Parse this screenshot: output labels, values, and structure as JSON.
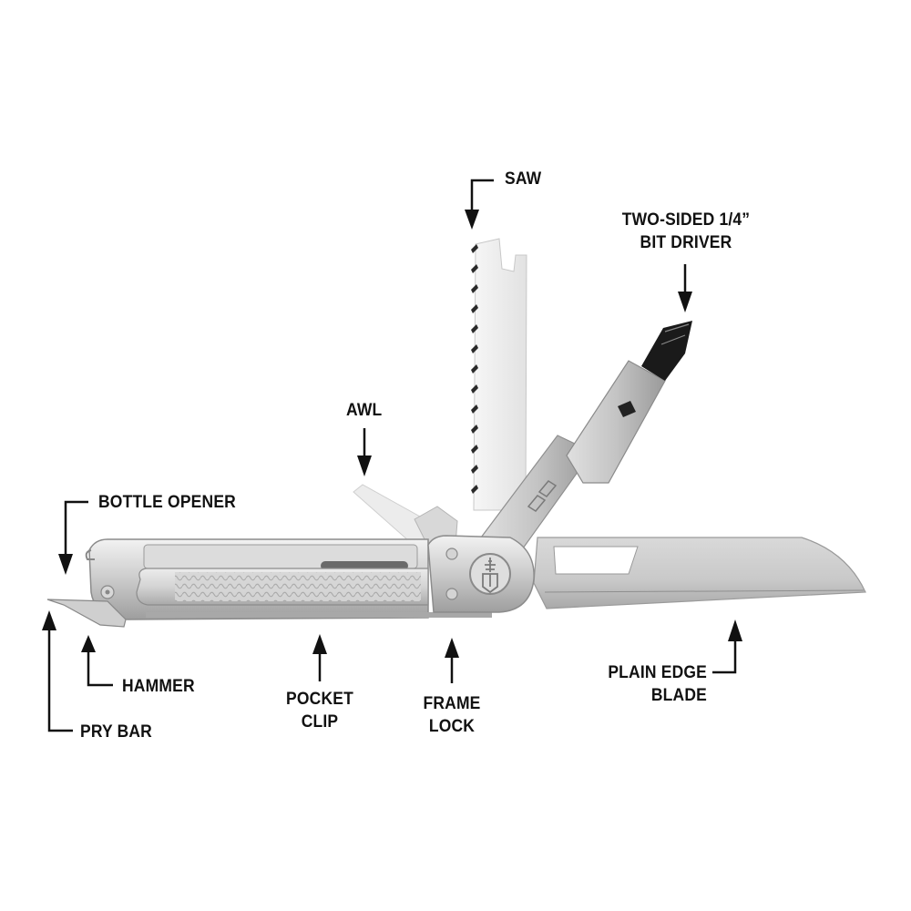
{
  "diagram": {
    "subject": "multi-tool",
    "background": "#ffffff",
    "colors": {
      "steel_light": "#e4e4e4",
      "steel_mid": "#bdbdbd",
      "steel_dark": "#8c8c8c",
      "bit_black": "#1a1a1a",
      "text": "#111111"
    },
    "logo_icon": "gerber-shield-logo"
  },
  "callouts": [
    {
      "id": "saw",
      "lines": [
        "SAW"
      ]
    },
    {
      "id": "bit-driver",
      "lines": [
        "TWO-SIDED 1/4”",
        "BIT DRIVER"
      ]
    },
    {
      "id": "awl",
      "lines": [
        "AWL"
      ]
    },
    {
      "id": "bottle-opener",
      "lines": [
        "BOTTLE OPENER"
      ]
    },
    {
      "id": "hammer",
      "lines": [
        "HAMMER"
      ]
    },
    {
      "id": "pry-bar",
      "lines": [
        "PRY BAR"
      ]
    },
    {
      "id": "pocket-clip",
      "lines": [
        "POCKET",
        "CLIP"
      ]
    },
    {
      "id": "frame-lock",
      "lines": [
        "FRAME",
        "LOCK"
      ]
    },
    {
      "id": "plain-edge-blade",
      "lines": [
        "PLAIN EDGE",
        "BLADE"
      ]
    }
  ]
}
